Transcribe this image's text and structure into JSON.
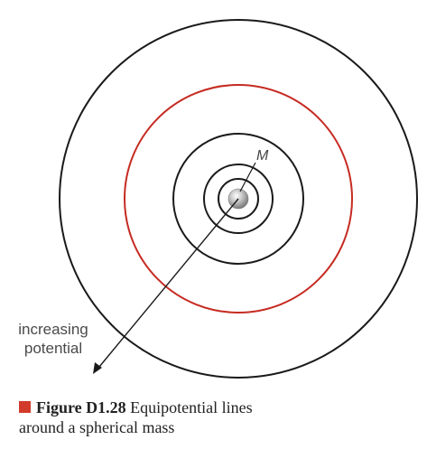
{
  "diagram": {
    "mass_label": "M",
    "arrow_label_line1": "increasing",
    "arrow_label_line2": "potential",
    "colors": {
      "equipotential_line": "#1a1a1a",
      "highlighted_equipotential": "#c62b22",
      "mass_sphere": "#9a9a9a"
    }
  },
  "caption": {
    "number": "Figure D1.28",
    "text_line1": "Equipotential lines",
    "text_line2": "around a spherical mass",
    "marker_color": "#d23a2b"
  }
}
